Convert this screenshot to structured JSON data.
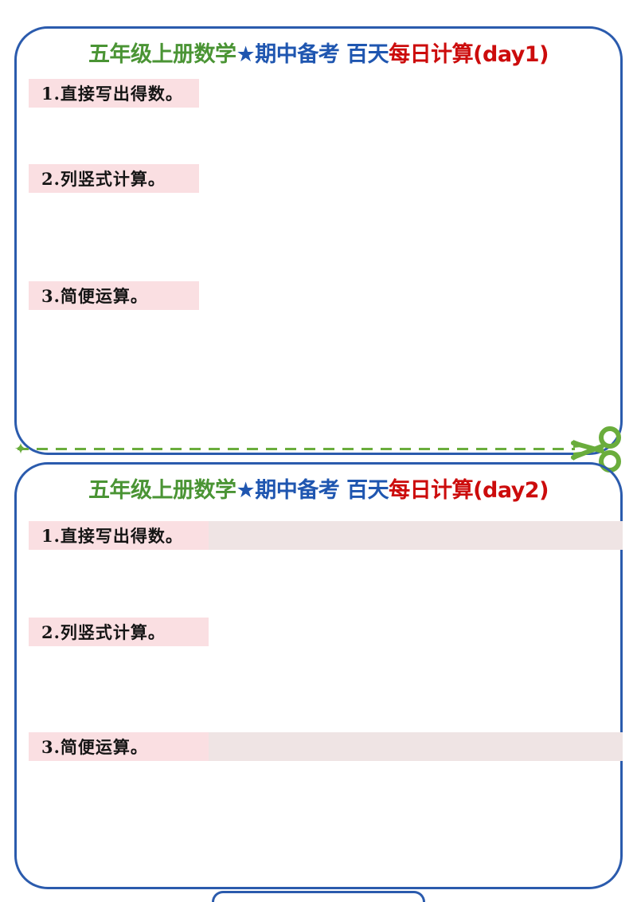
{
  "document": {
    "type": "math-worksheet",
    "language": "zh-CN",
    "grade_subject": "五年级上册数学",
    "exam_context": "期中备考",
    "duration": "百天",
    "series": "每日计算"
  },
  "colors": {
    "border_blue": "#2b5bad",
    "title_green": "#4a9434",
    "title_blue": "#1f56b0",
    "title_red": "#cc0c0c",
    "band_pink": "#fadfe2",
    "band_tail": "#efe4e4",
    "cut_green": "#6aad3c"
  },
  "sheets": [
    {
      "id": "day1",
      "title": {
        "green": "五年级上册数学",
        "star": "★",
        "blue": "期中备考 百天",
        "red": "每日计算(day1)"
      },
      "sections": [
        {
          "number": "1.",
          "label": "1.直接写出得数。"
        },
        {
          "number": "2.",
          "label": "2.列竖式计算。"
        },
        {
          "number": "3.",
          "label": "3.简便运算。"
        }
      ]
    },
    {
      "id": "day2",
      "title": {
        "green": "五年级上册数学",
        "star": "★",
        "blue": "期中备考 百天",
        "red": "每日计算(day2)"
      },
      "sections": [
        {
          "number": "1.",
          "label": "1.直接写出得数。"
        },
        {
          "number": "2.",
          "label": "2.列竖式计算。"
        },
        {
          "number": "3.",
          "label": "3.简便运算。"
        }
      ]
    }
  ],
  "divider": {
    "icon": "scissors-icon",
    "sparkle": "✦",
    "style": "dashed-cut-line"
  }
}
